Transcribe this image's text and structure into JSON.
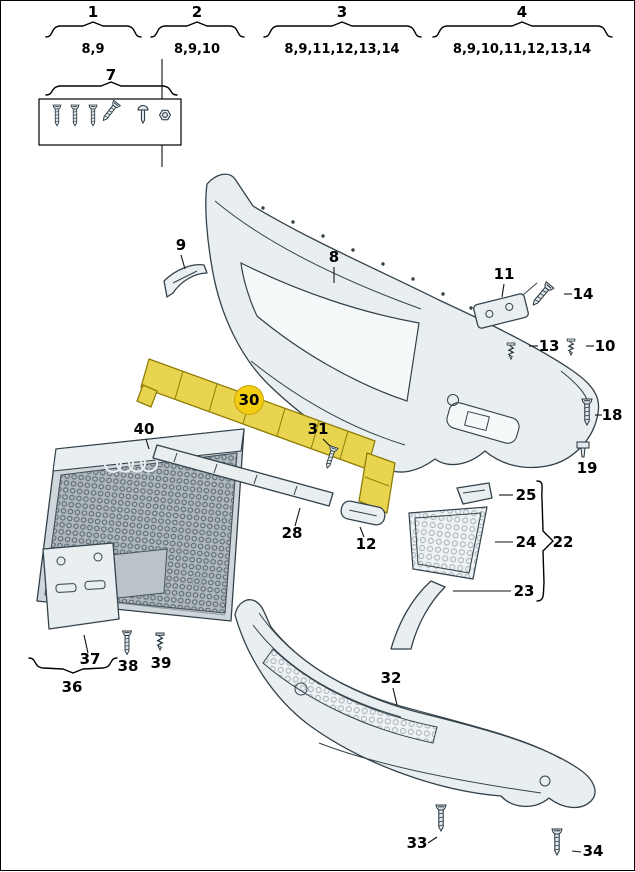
{
  "header": {
    "groups": [
      {
        "number": "1",
        "refs": "8,9"
      },
      {
        "number": "2",
        "refs": "8,9,10"
      },
      {
        "number": "3",
        "refs": "8,9,11,12,13,14"
      },
      {
        "number": "4",
        "refs": "8,9,10,11,12,13,14"
      }
    ],
    "hardware_group": {
      "number": "7"
    }
  },
  "callouts": {
    "n8": "8",
    "n9": "9",
    "n10": "10",
    "n11": "11",
    "n12": "12",
    "n13": "13",
    "n14": "14",
    "n18": "18",
    "n19": "19",
    "n22": "22",
    "n23": "23",
    "n24": "24",
    "n25": "25",
    "n28": "28",
    "n30": "30",
    "n31": "31",
    "n32": "32",
    "n33": "33",
    "n34": "34",
    "n36": "36",
    "n37": "37",
    "n38": "38",
    "n39": "39",
    "n40": "40"
  },
  "highlighted_part": "30",
  "colors": {
    "highlight": "#f3cd11",
    "highlight_part_fill": "#e9d44f",
    "highlight_part_stroke": "#8f7d08",
    "line": "#111111",
    "part_fill": "#e9eef1"
  }
}
